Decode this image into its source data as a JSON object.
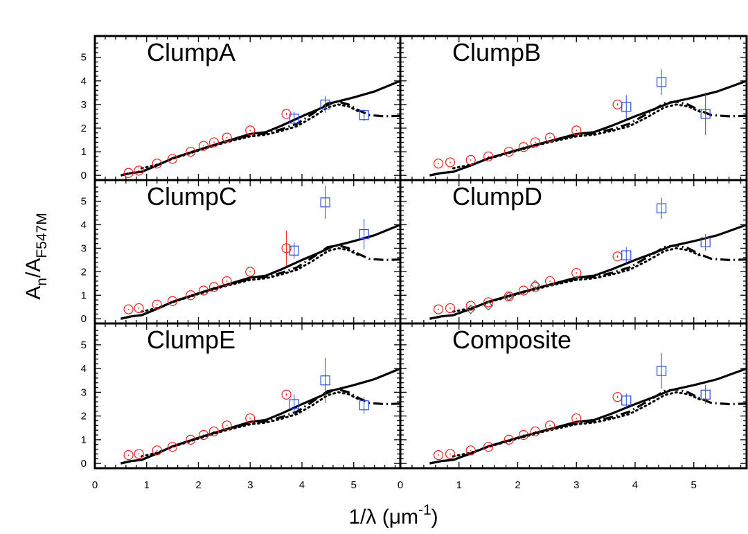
{
  "chart_data": {
    "type": "scatter",
    "layout": "3x2 panel grid, shared axes",
    "ylabel": "A",
    "ylabel_sub": "n",
    "ylabel_denom": "/A",
    "ylabel_denom_sub": "F547M",
    "xlabel_main": "1/λ (μm",
    "xlabel_sup": "-1",
    "xlabel_close": ")",
    "xlim": [
      0,
      5.9
    ],
    "ylim": [
      -0.2,
      5.9
    ],
    "x_ticks": [
      "0",
      "1",
      "2",
      "3",
      "4",
      "5"
    ],
    "y_ticks": [
      "0",
      "1",
      "2",
      "3",
      "4",
      "5"
    ],
    "grid": false,
    "colors": {
      "circle": "#e8231d",
      "square": "#2a4bd7",
      "diamond": "#555555",
      "line": "#000000"
    },
    "models": {
      "solid": {
        "x": [
          0.5,
          0.7,
          0.9,
          1.2,
          1.5,
          2.0,
          2.5,
          3.0,
          3.3,
          3.6,
          4.0,
          4.3,
          4.6,
          5.0,
          5.4,
          5.9
        ],
        "y": [
          0.0,
          0.1,
          0.15,
          0.42,
          0.72,
          1.08,
          1.42,
          1.75,
          1.83,
          2.1,
          2.5,
          2.78,
          3.08,
          3.3,
          3.55,
          4.0
        ]
      },
      "dashdot": {
        "x": [
          0.5,
          0.7,
          0.9,
          1.2,
          1.5,
          2.0,
          2.5,
          3.0,
          3.3,
          3.6,
          3.9,
          4.2,
          4.5,
          4.7,
          4.9,
          5.1,
          5.3,
          5.6,
          5.9
        ],
        "y": [
          0.0,
          0.1,
          0.15,
          0.42,
          0.72,
          1.08,
          1.42,
          1.7,
          1.78,
          1.95,
          2.18,
          2.6,
          3.05,
          3.12,
          3.0,
          2.75,
          2.55,
          2.5,
          2.52
        ]
      },
      "dotted": {
        "x": [
          0.9,
          1.2,
          1.5,
          2.0,
          2.5,
          3.0,
          3.3,
          3.6,
          3.9,
          4.2,
          4.5,
          4.7,
          4.9,
          5.1
        ],
        "y": [
          0.3,
          0.45,
          0.7,
          1.05,
          1.38,
          1.65,
          1.72,
          1.88,
          2.08,
          2.45,
          2.88,
          3.0,
          2.92,
          2.7
        ]
      }
    },
    "panels": [
      {
        "title": "ClumpA",
        "circles": [
          {
            "x": 0.65,
            "y": 0.1
          },
          {
            "x": 0.85,
            "y": 0.2
          },
          {
            "x": 1.2,
            "y": 0.5
          },
          {
            "x": 1.5,
            "y": 0.7
          },
          {
            "x": 1.85,
            "y": 1.0
          },
          {
            "x": 2.1,
            "y": 1.25
          },
          {
            "x": 2.3,
            "y": 1.4
          },
          {
            "x": 2.55,
            "y": 1.6
          },
          {
            "x": 3.0,
            "y": 1.9
          },
          {
            "x": 3.7,
            "y": 2.6
          }
        ],
        "circle_err": [
          0,
          0,
          0,
          0,
          0,
          0,
          0,
          0,
          0,
          0.05
        ],
        "squares": [
          {
            "x": 3.85,
            "y": 2.4,
            "err": 0.3
          },
          {
            "x": 4.45,
            "y": 3.0,
            "err": 0.35
          },
          {
            "x": 5.2,
            "y": 2.55,
            "err": 0.25
          }
        ],
        "diamonds": []
      },
      {
        "title": "ClumpB",
        "circles": [
          {
            "x": 0.65,
            "y": 0.5
          },
          {
            "x": 0.85,
            "y": 0.55
          },
          {
            "x": 1.2,
            "y": 0.65
          },
          {
            "x": 1.5,
            "y": 0.8
          },
          {
            "x": 1.85,
            "y": 1.0
          },
          {
            "x": 2.1,
            "y": 1.2
          },
          {
            "x": 2.3,
            "y": 1.4
          },
          {
            "x": 2.55,
            "y": 1.6
          },
          {
            "x": 3.0,
            "y": 1.9
          },
          {
            "x": 3.7,
            "y": 3.0
          }
        ],
        "circle_err": [
          0,
          0,
          0,
          0,
          0,
          0,
          0,
          0,
          0,
          0.05
        ],
        "squares": [
          {
            "x": 3.85,
            "y": 2.9,
            "err": 0.5
          },
          {
            "x": 4.45,
            "y": 3.95,
            "err": 0.55
          },
          {
            "x": 5.2,
            "y": 2.6,
            "err": 0.9
          }
        ],
        "diamonds": []
      },
      {
        "title": "ClumpC",
        "circles": [
          {
            "x": 0.65,
            "y": 0.4
          },
          {
            "x": 0.85,
            "y": 0.45
          },
          {
            "x": 1.2,
            "y": 0.6
          },
          {
            "x": 1.5,
            "y": 0.75
          },
          {
            "x": 1.85,
            "y": 1.0
          },
          {
            "x": 2.1,
            "y": 1.2
          },
          {
            "x": 2.3,
            "y": 1.35
          },
          {
            "x": 2.55,
            "y": 1.6
          },
          {
            "x": 3.0,
            "y": 2.0
          },
          {
            "x": 3.7,
            "y": 3.0
          }
        ],
        "circle_err": [
          0,
          0,
          0,
          0,
          0,
          0,
          0,
          0,
          0,
          0.75
        ],
        "squares": [
          {
            "x": 3.85,
            "y": 2.9,
            "err": 0.35
          },
          {
            "x": 4.45,
            "y": 4.95,
            "err": 0.7
          },
          {
            "x": 5.2,
            "y": 3.6,
            "err": 0.65
          }
        ],
        "diamonds": []
      },
      {
        "title": "ClumpD",
        "circles": [
          {
            "x": 0.65,
            "y": 0.4
          },
          {
            "x": 0.85,
            "y": 0.45
          },
          {
            "x": 1.2,
            "y": 0.55
          },
          {
            "x": 1.5,
            "y": 0.7
          },
          {
            "x": 1.85,
            "y": 0.95
          },
          {
            "x": 2.1,
            "y": 1.2
          },
          {
            "x": 2.3,
            "y": 1.35
          },
          {
            "x": 2.55,
            "y": 1.6
          },
          {
            "x": 3.0,
            "y": 1.95
          },
          {
            "x": 3.7,
            "y": 2.65
          }
        ],
        "circle_err": [
          0,
          0,
          0,
          0,
          0,
          0,
          0,
          0,
          0,
          0.05
        ],
        "squares": [
          {
            "x": 3.85,
            "y": 2.7,
            "err": 0.35
          },
          {
            "x": 4.45,
            "y": 4.7,
            "err": 0.45
          },
          {
            "x": 5.2,
            "y": 3.25,
            "err": 0.35
          }
        ],
        "diamonds": [
          {
            "x": 1.2,
            "y": 0.4
          },
          {
            "x": 1.5,
            "y": 0.55
          },
          {
            "x": 1.85,
            "y": 0.95
          },
          {
            "x": 2.3,
            "y": 1.45
          }
        ]
      },
      {
        "title": "ClumpE",
        "circles": [
          {
            "x": 0.65,
            "y": 0.35
          },
          {
            "x": 0.85,
            "y": 0.4
          },
          {
            "x": 1.2,
            "y": 0.55
          },
          {
            "x": 1.5,
            "y": 0.7
          },
          {
            "x": 1.85,
            "y": 1.0
          },
          {
            "x": 2.1,
            "y": 1.2
          },
          {
            "x": 2.3,
            "y": 1.35
          },
          {
            "x": 2.55,
            "y": 1.6
          },
          {
            "x": 3.0,
            "y": 1.9
          },
          {
            "x": 3.7,
            "y": 2.9
          }
        ],
        "circle_err": [
          0,
          0,
          0,
          0,
          0,
          0,
          0,
          0,
          0,
          0.05
        ],
        "squares": [
          {
            "x": 3.85,
            "y": 2.5,
            "err": 0.4
          },
          {
            "x": 4.45,
            "y": 3.5,
            "err": 0.95
          },
          {
            "x": 5.2,
            "y": 2.45,
            "err": 0.35
          }
        ],
        "diamonds": []
      },
      {
        "title": "Composite",
        "circles": [
          {
            "x": 0.65,
            "y": 0.35
          },
          {
            "x": 0.85,
            "y": 0.4
          },
          {
            "x": 1.2,
            "y": 0.55
          },
          {
            "x": 1.5,
            "y": 0.7
          },
          {
            "x": 1.85,
            "y": 1.0
          },
          {
            "x": 2.1,
            "y": 1.2
          },
          {
            "x": 2.3,
            "y": 1.35
          },
          {
            "x": 2.55,
            "y": 1.6
          },
          {
            "x": 3.0,
            "y": 1.9
          },
          {
            "x": 3.7,
            "y": 2.8
          }
        ],
        "circle_err": [
          0,
          0,
          0,
          0,
          0,
          0,
          0,
          0,
          0,
          0.05
        ],
        "squares": [
          {
            "x": 3.85,
            "y": 2.65,
            "err": 0.3
          },
          {
            "x": 4.45,
            "y": 3.9,
            "err": 0.75
          },
          {
            "x": 5.2,
            "y": 2.9,
            "err": 0.4
          }
        ],
        "diamonds": []
      }
    ]
  }
}
